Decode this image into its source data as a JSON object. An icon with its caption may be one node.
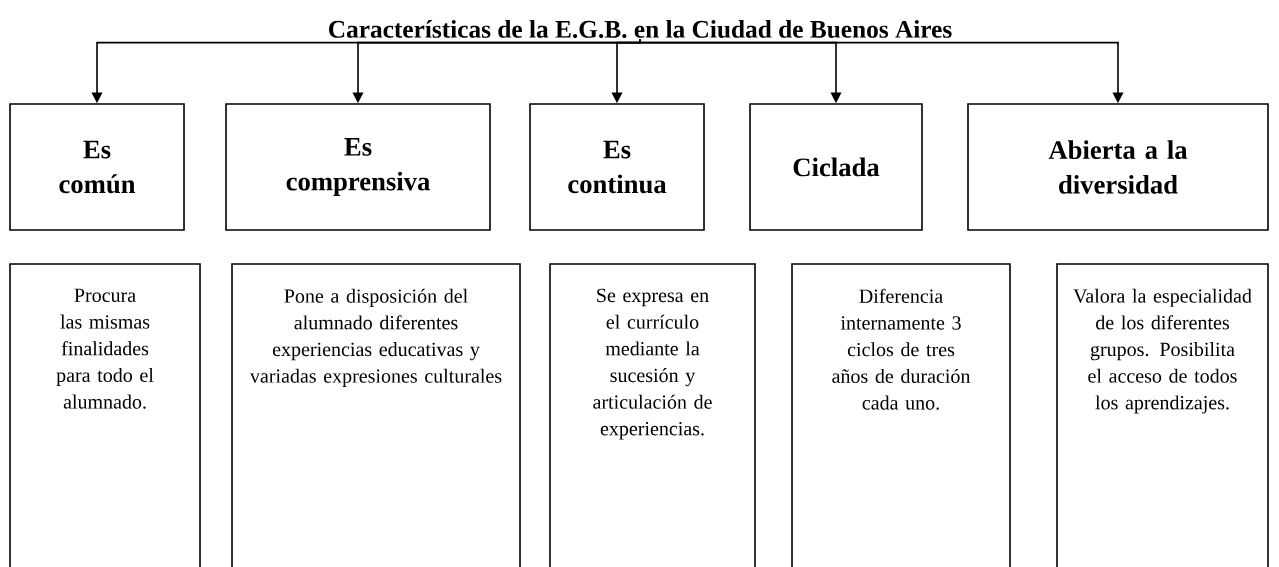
{
  "diagram": {
    "nodes": [
      {
        "text": [
          "Características de la E.G.B. en la Ciudad de Buenos Aires"
        ]
      },
      {
        "text": [
          "Es común"
        ]
      },
      {
        "text": [
          "Es comprensiva"
        ]
      },
      {
        "text": [
          "Es continua"
        ]
      },
      {
        "text": [
          "Ciclada"
        ]
      },
      {
        "text": [
          "Abierta a la diversidad"
        ]
      },
      {
        "text": [
          "Procura las mismas finalidades para todo el alumnado."
        ]
      },
      {
        "text": [
          "Pone a disposición del alumnado diferentes experiencias educativas y variadas expresiones culturales"
        ]
      },
      {
        "text": [
          "Se expresa en el currículo mediante la sucesión y articulación de experiencias."
        ]
      },
      {
        "text": [
          "Diferencia internamente 3 ciclos de tres años de duración cada uno."
        ]
      },
      {
        "text": [
          "Valora la especialidad de los diferentes grupos. Posibilita el acceso de todos los aprendizajes."
        ]
      }
    ],
    "edges": [
      {
        "from": 0,
        "to": 1,
        "arrow": "to"
      },
      {
        "from": 0,
        "to": 2,
        "arrow": "to"
      },
      {
        "from": 0,
        "to": 3,
        "arrow": "to"
      },
      {
        "from": 0,
        "to": 4,
        "arrow": "to"
      },
      {
        "from": 0,
        "to": 5,
        "arrow": "to"
      }
    ]
  }
}
